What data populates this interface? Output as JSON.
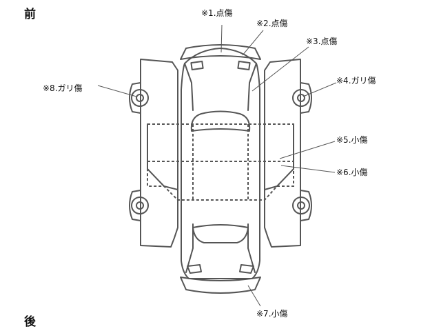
{
  "directions": {
    "front": "前",
    "rear": "後"
  },
  "damage_labels": [
    "※1.点傷",
    "※2.点傷",
    "※3.点傷",
    "※4.ガリ傷",
    "※5.小傷",
    "※6.小傷",
    "※7.小傷",
    "※8.ガリ傷"
  ],
  "colors": {
    "line": "#555555",
    "text": "#111111",
    "background": "#ffffff"
  }
}
